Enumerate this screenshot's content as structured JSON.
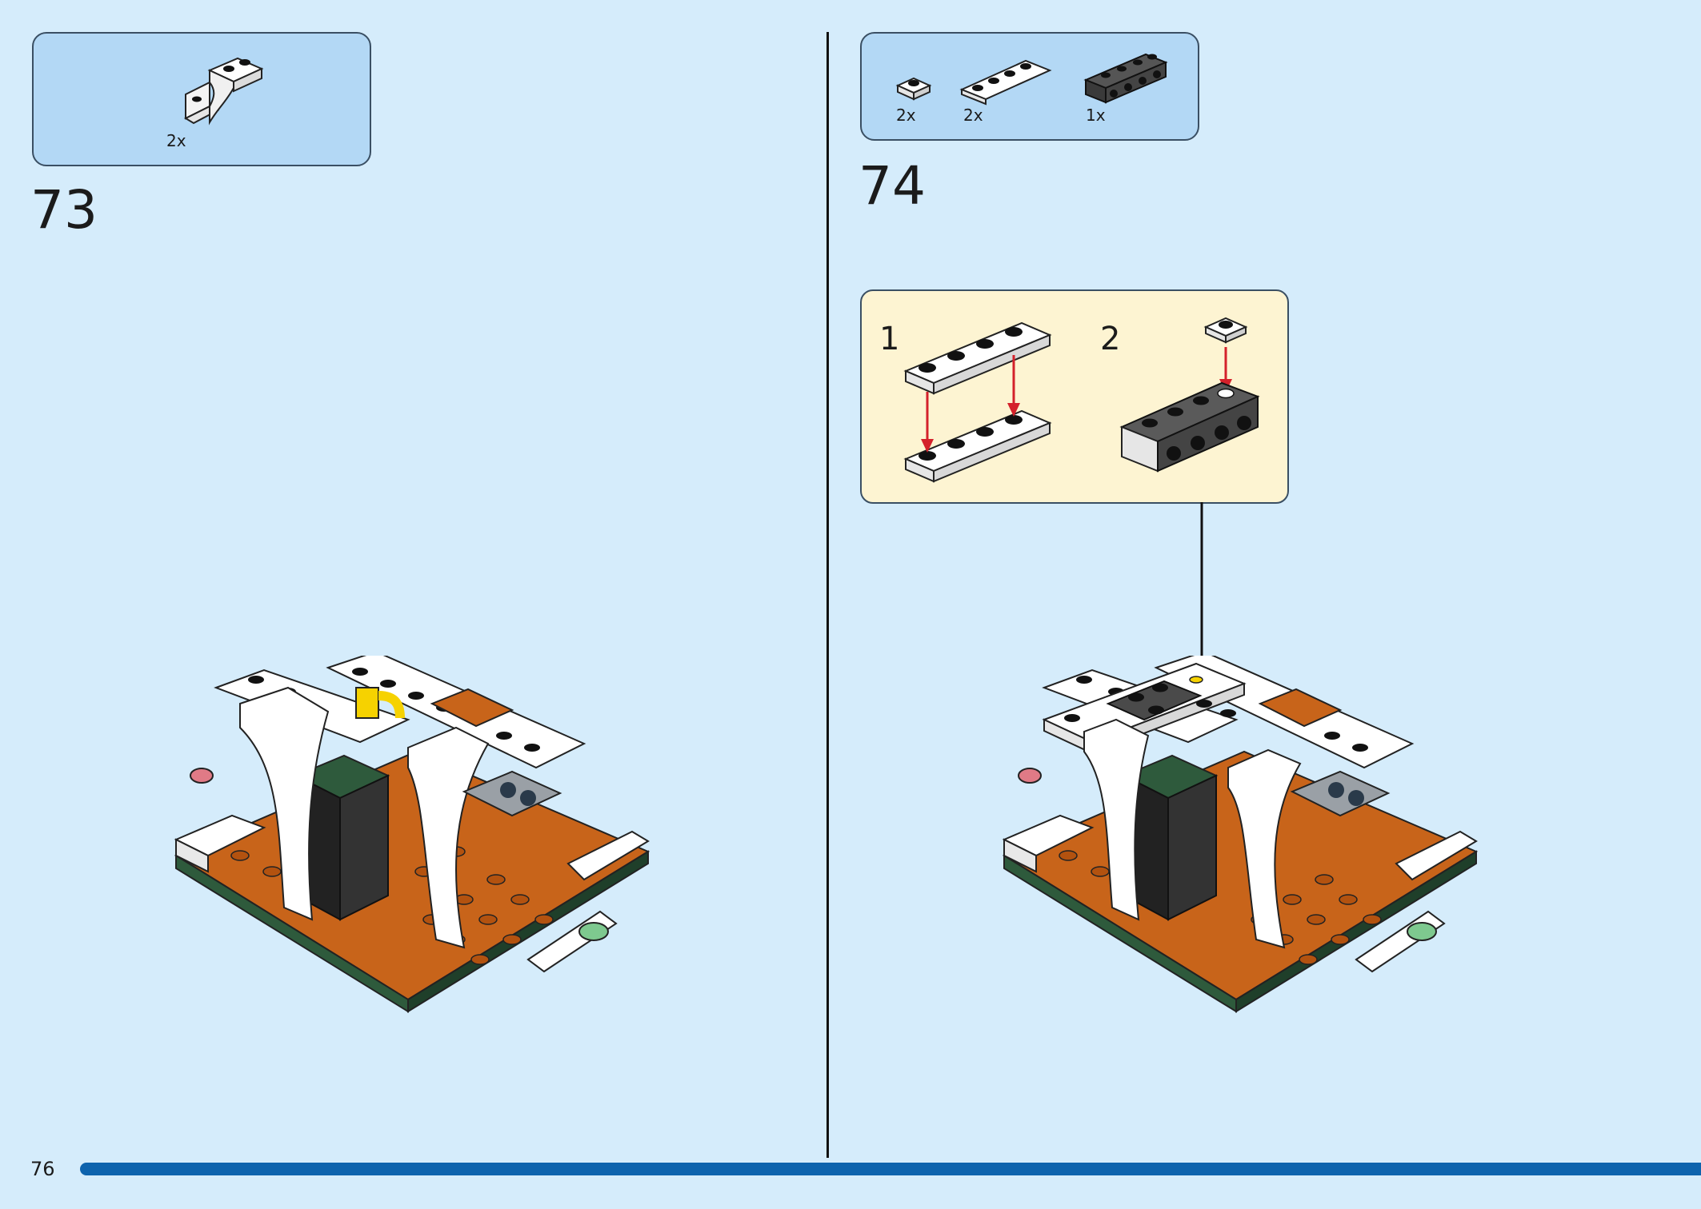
{
  "page": {
    "number": "76"
  },
  "steps": [
    {
      "number": "73",
      "parts": [
        {
          "qty": "2x",
          "icon": "white-arch-brick-icon"
        }
      ]
    },
    {
      "number": "74",
      "parts": [
        {
          "qty": "2x",
          "icon": "white-plate-1x1-icon"
        },
        {
          "qty": "2x",
          "icon": "white-plate-1x4-icon"
        },
        {
          "qty": "1x",
          "icon": "dark-grey-bracket-icon"
        }
      ],
      "substeps": [
        {
          "number": "1"
        },
        {
          "number": "2"
        }
      ]
    }
  ],
  "colors": {
    "background": "#d5ecfb",
    "parts_box": "#b3d8f5",
    "substep_box": "#fdf4d2",
    "progress_bar": "#0d63ad",
    "arrow_red": "#d4212b",
    "baseplate_orange": "#c8641a",
    "dark_green": "#2e5a3c",
    "yellow": "#f6d200",
    "white_brick": "#ffffff",
    "black_brick": "#222222",
    "dark_grey": "#4a4a4a"
  }
}
